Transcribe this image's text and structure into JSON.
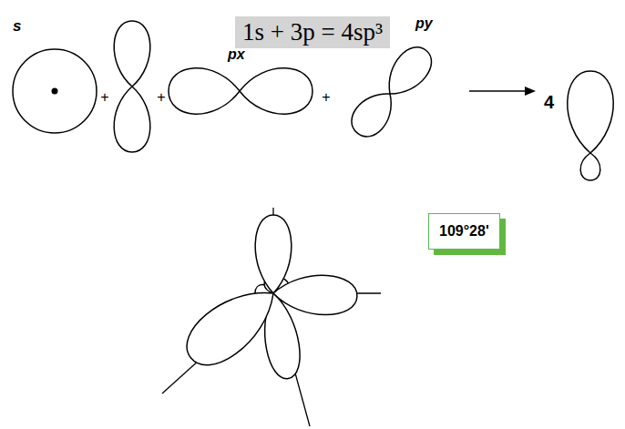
{
  "diagram": {
    "title": "1s + 3p = 4sp³",
    "nodes": [
      {
        "text": [
          "109°28'"
        ]
      }
    ],
    "labels": [
      "s",
      "+",
      "+",
      "px",
      "+",
      "py",
      "4"
    ]
  }
}
